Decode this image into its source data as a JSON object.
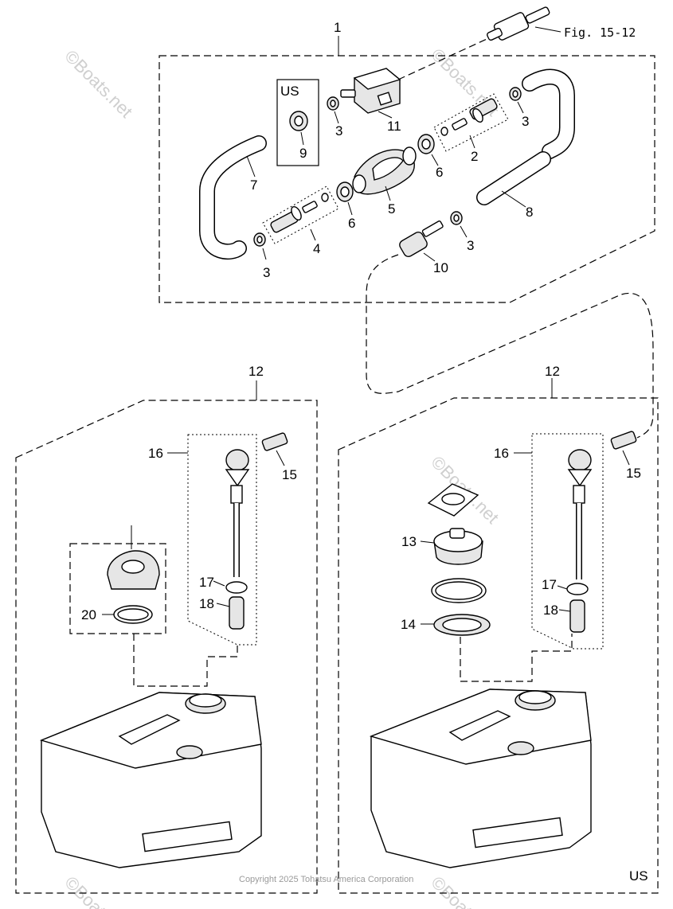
{
  "fig_ref": "Fig. 15-12",
  "region_tag": "US",
  "inset_tag": "US",
  "copyright": "Copyright 2025 Tohatsu America Corporation",
  "watermark": "©Boats.net",
  "labels": {
    "p1": "1",
    "p2": "2",
    "p3a": "3",
    "p3b": "3",
    "p3c": "3",
    "p3d": "3",
    "p4": "4",
    "p5": "5",
    "p6a": "6",
    "p6b": "6",
    "p7": "7",
    "p8": "8",
    "p9": "9",
    "p10": "10",
    "p11": "11",
    "p12a": "12",
    "p12b": "12",
    "p13": "13",
    "p14": "14",
    "p15a": "15",
    "p15b": "15",
    "p16a": "16",
    "p16b": "16",
    "p17a": "17",
    "p17b": "17",
    "p18a": "18",
    "p18b": "18",
    "p20": "20"
  }
}
